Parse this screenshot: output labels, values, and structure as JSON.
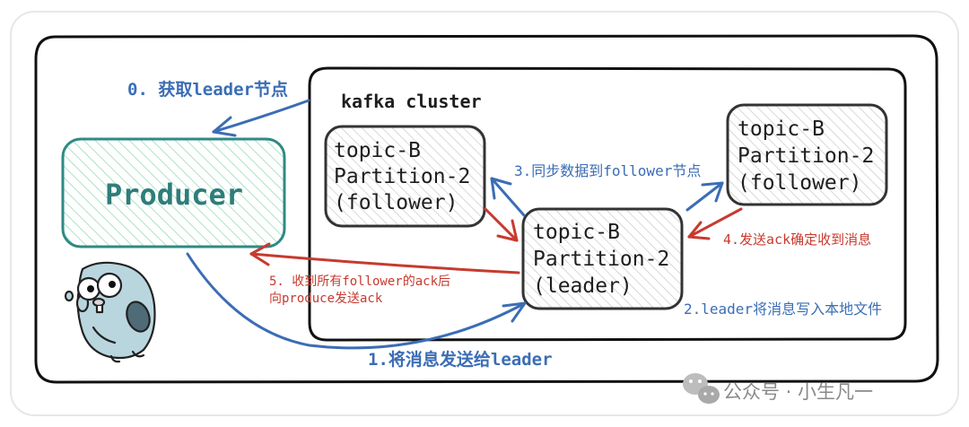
{
  "diagram": {
    "cluster_label": "kafka cluster",
    "producer_label": "Producer",
    "follower_left": [
      "topic-B",
      "Partition-2",
      "(follower)"
    ],
    "follower_right": [
      "topic-B",
      "Partition-2",
      "(follower)"
    ],
    "leader": [
      "topic-B",
      "Partition-2",
      "(leader)"
    ],
    "steps": {
      "s0": "0. 获取leader节点",
      "s1": "1.将消息发送给leader",
      "s2": "2.leader将消息写入本地文件",
      "s3": "3.同步数据到follower节点",
      "s4": "4.发送ack确定收到消息",
      "s5_line1": "5. 收到所有follower的ack后",
      "s5_line2": "向produce发送ack"
    },
    "colors": {
      "blue_arrow": "#3b6db5",
      "red_arrow": "#c73a2f",
      "producer_teal": "#2e8a85",
      "producer_hatch": "#93d9b5",
      "box_hatch": "#b9b9b9"
    }
  },
  "watermark": {
    "text": "公众号 · 小生凡一",
    "icon": "wechat-icon"
  }
}
